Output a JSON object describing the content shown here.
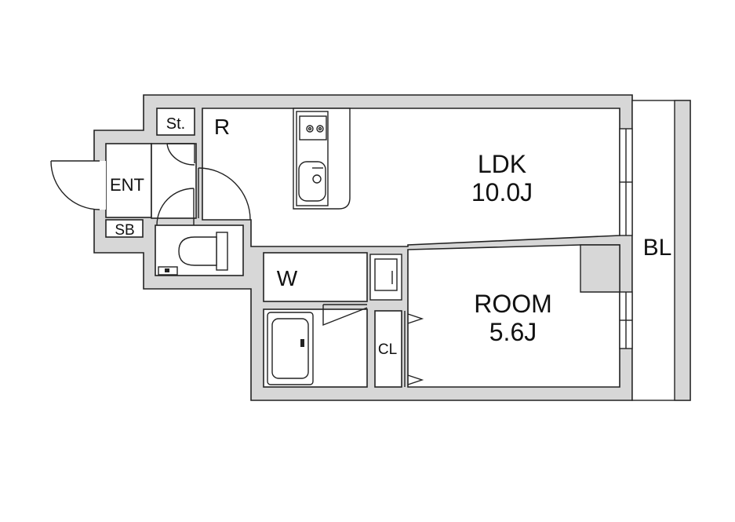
{
  "rooms": {
    "ldk": {
      "name": "LDK",
      "size": "10.0J"
    },
    "room": {
      "name": "ROOM",
      "size": "5.6J"
    },
    "entrance": "ENT",
    "storage": "St.",
    "shoe_box": "SB",
    "refrigerator": "R",
    "washroom": "W",
    "closet": "CL",
    "balcony": "BL"
  },
  "colors": {
    "wall": "#d7d7d7",
    "line": "#222222",
    "floor": "#ffffff"
  }
}
